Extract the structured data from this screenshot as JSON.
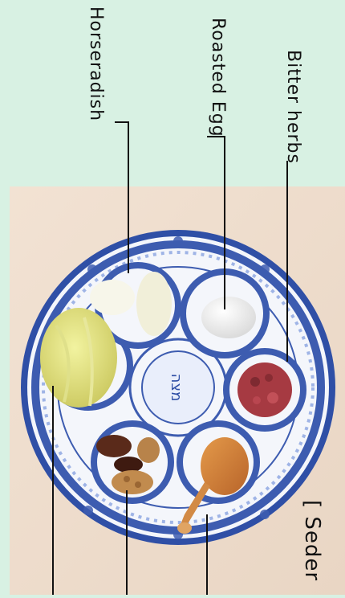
{
  "labels": {
    "bitter_herbs": "Bitter herbs",
    "roasted_egg": "Roasted Egg",
    "horseradish": "Horseradish",
    "seder": "[ Seder"
  },
  "plate": {
    "center_text": "מצה"
  },
  "colors": {
    "background": "#d8f1e3",
    "photo_bg": "#efe0d2",
    "plate_white": "#f4f6fb",
    "plate_blue": "#3d5cb0",
    "plate_light_blue": "#9fb4e6"
  }
}
